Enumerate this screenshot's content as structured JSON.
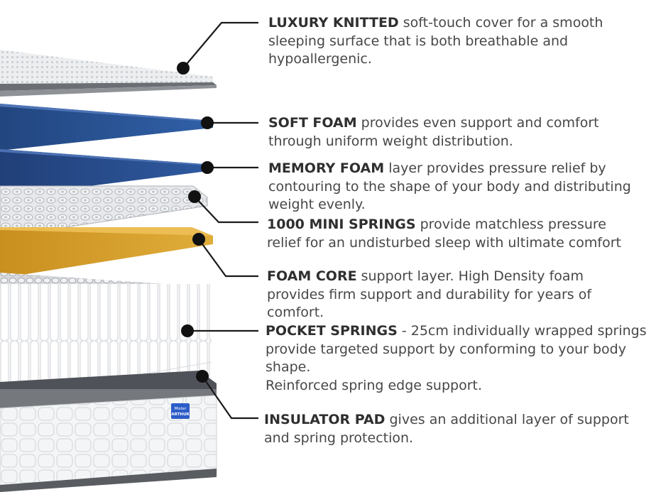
{
  "layers": [
    {
      "id": "luxury-knitted",
      "title": "LUXURY KNITTED",
      "separator": " ",
      "text": "soft-touch cover for a smooth sleeping surface that is both breathable and hypoallergenic."
    },
    {
      "id": "soft-foam",
      "title": "SOFT FOAM",
      "separator": " ",
      "text": "provides even support and comfort through uniform weight distribution."
    },
    {
      "id": "memory-foam",
      "title": "MEMORY FOAM",
      "separator": " ",
      "text": "layer provides pressure relief by contouring to the shape of your body and distributing weight evenly."
    },
    {
      "id": "mini-springs",
      "title": "1000 MINI SPRINGS",
      "separator": " ",
      "text": "provide matchless pressure relief for an undisturbed sleep with ultimate comfort"
    },
    {
      "id": "foam-core",
      "title": "FOAM CORE",
      "separator": " ",
      "text": "support layer. High Density foam provides firm support and durability for years of comfort."
    },
    {
      "id": "pocket-springs",
      "title": "POCKET SPRINGS",
      "separator": " - ",
      "text": "25cm individually wrapped springs provide targeted support by conforming to your body shape.",
      "extra": "Reinforced spring edge support."
    },
    {
      "id": "insulator-pad",
      "title": "INSULATOR PAD",
      "separator": " ",
      "text": "gives an additional layer of support and spring protection."
    }
  ],
  "brand_tag": {
    "top": "Mister",
    "bottom": "ARTHUR"
  },
  "colors": {
    "text": "#474747",
    "heading": "#2f2f2f",
    "soft_foam": "#2b4f8f",
    "memory_foam": "#294d8c",
    "foam_core": "#d9a431",
    "cover": "#e9eaec",
    "border_grey": "#5a5d62",
    "leader": "#1a1a1a"
  }
}
